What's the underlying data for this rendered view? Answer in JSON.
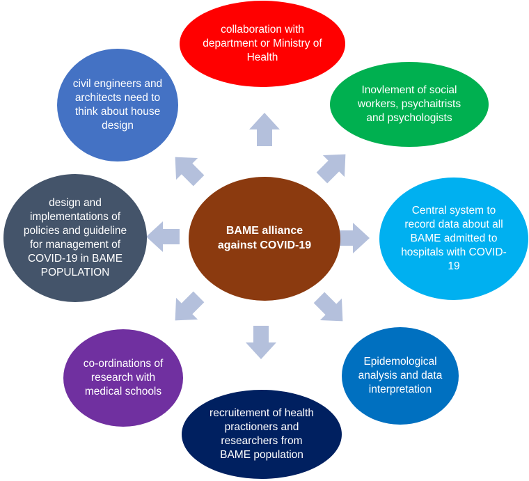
{
  "diagram": {
    "center": {
      "label": "BAME alliance against COVID-19",
      "color": "#8B3A0F"
    },
    "nodes": [
      {
        "id": "health-ministry",
        "label": "collaboration with department or Ministry of Health",
        "color": "#FF0000"
      },
      {
        "id": "social-workers",
        "label": "Inovlement of social workers, psychaitrists and psychologists",
        "color": "#00B050"
      },
      {
        "id": "central-system",
        "label": "Central system to record data about all BAME admitted to hospitals with COVID-19",
        "color": "#00B0F0"
      },
      {
        "id": "epidemiology",
        "label": "Epidemological analysis and data interpretation",
        "color": "#0070C0"
      },
      {
        "id": "recruitment",
        "label": "recruitement of health practioners and researchers from BAME population",
        "color": "#002060"
      },
      {
        "id": "research",
        "label": "co-ordinations of research with medical schools",
        "color": "#7030A0"
      },
      {
        "id": "policies",
        "label": "design and implementations of policies and guideline for management of COVID-19 in BAME POPULATION",
        "color": "#44546A"
      },
      {
        "id": "house-design",
        "label": "civil engineers and architects need to think about house design",
        "color": "#4472C4"
      }
    ],
    "arrow_color": "#B4C0DC"
  }
}
